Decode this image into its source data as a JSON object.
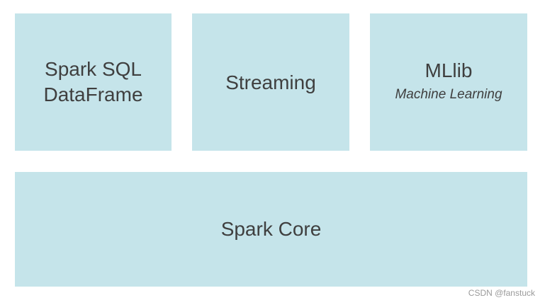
{
  "boxes": {
    "sql": {
      "line1": "Spark SQL",
      "line2": "DataFrame"
    },
    "streaming": {
      "title": "Streaming"
    },
    "mllib": {
      "title": "MLlib",
      "subtitle": "Machine Learning"
    },
    "core": {
      "title": "Spark Core"
    }
  },
  "watermark": "CSDN @fanstuck",
  "colors": {
    "box_fill": "#c5e4ea",
    "text": "#3f3f3f",
    "watermark": "#9a9a9a",
    "background": "#ffffff"
  }
}
